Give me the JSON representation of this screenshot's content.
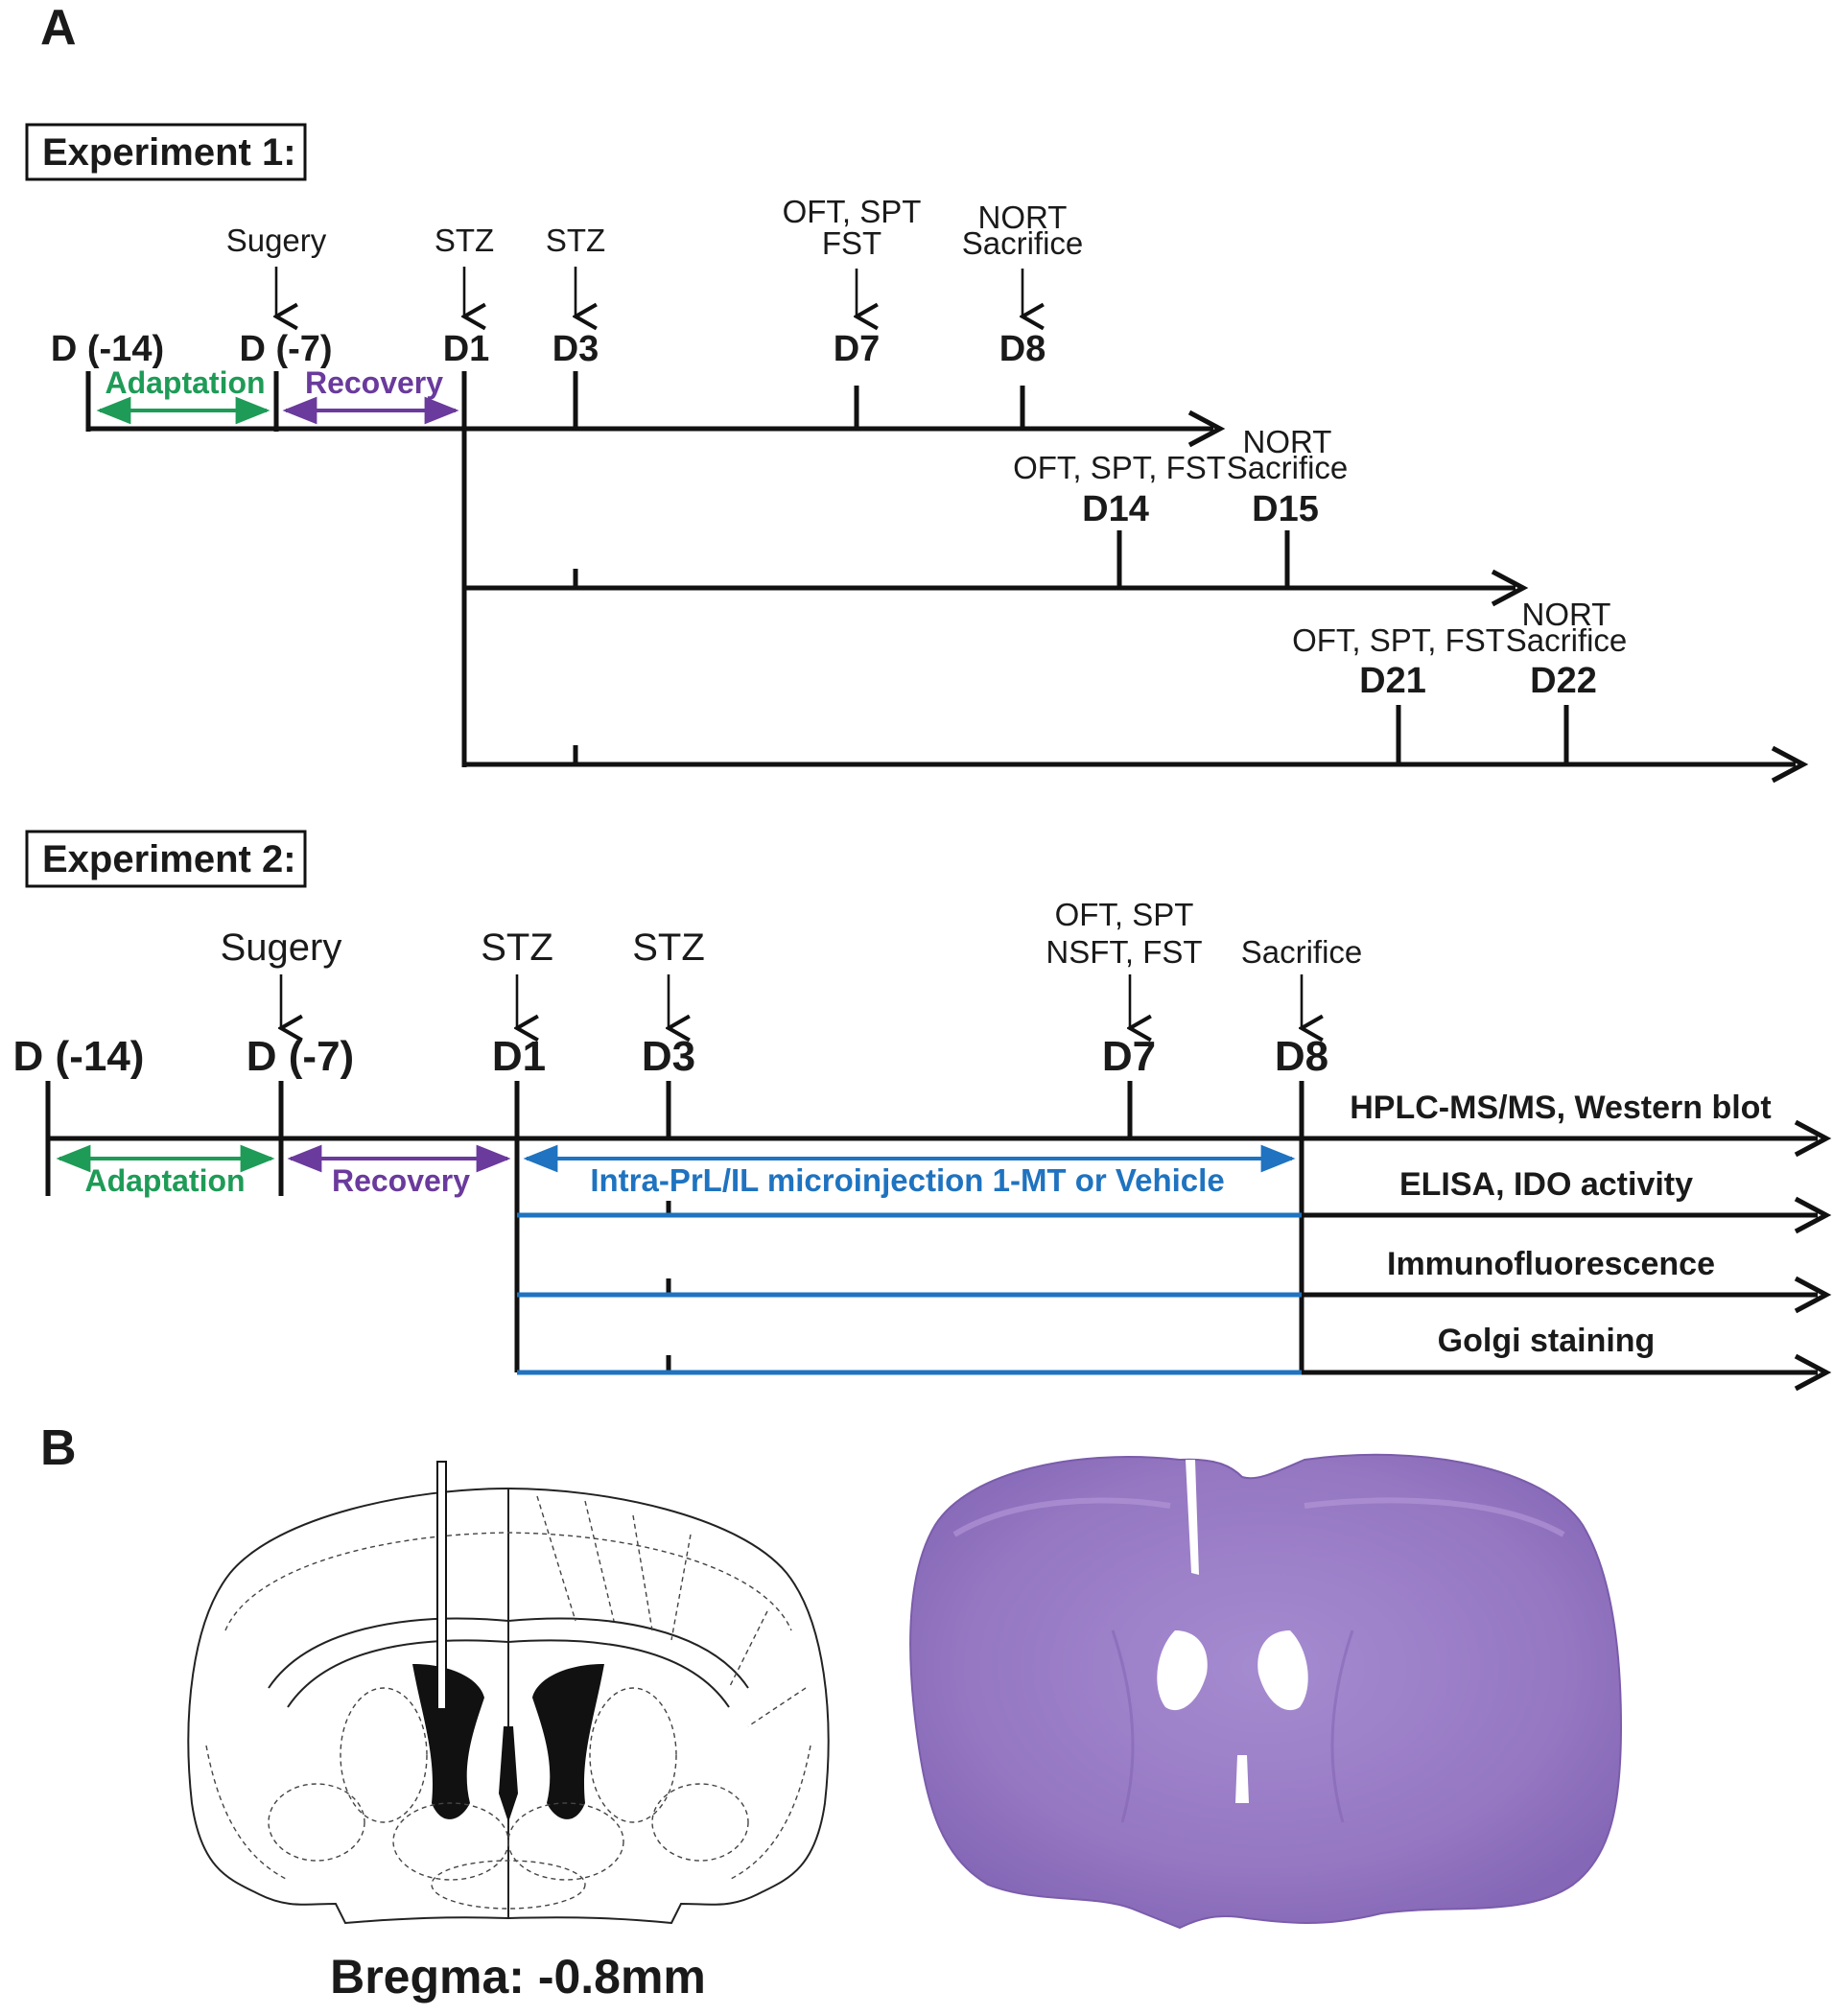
{
  "panels": {
    "a": "A",
    "b": "B"
  },
  "exp1": {
    "title": "Experiment 1:",
    "events": {
      "sugery": "Sugery",
      "stz1": "STZ",
      "stz2": "STZ",
      "d7_line1": "OFT, SPT",
      "d7_line2": "FST",
      "d8_line1": "NORT",
      "d8_line2": "Sacrifice"
    },
    "days": {
      "dm14": "D (-14)",
      "dm7": "D (-7)",
      "d1": "D1",
      "d3": "D3",
      "d7": "D7",
      "d8": "D8"
    },
    "phases": {
      "adaptation": "Adaptation",
      "recovery": "Recovery"
    },
    "line2": {
      "d14_events": "OFT, SPT, FST",
      "d15_line1": "NORT",
      "d15_line2": "Sacrifice",
      "d14": "D14",
      "d15": "D15"
    },
    "line3": {
      "d21_events": "OFT, SPT, FST",
      "d22_line1": "NORT",
      "d22_line2": "Sacrifice",
      "d21": "D21",
      "d22": "D22"
    }
  },
  "exp2": {
    "title": "Experiment 2:",
    "events": {
      "sugery": "Sugery",
      "stz1": "STZ",
      "stz2": "STZ",
      "d7_line1": "OFT, SPT",
      "d7_line2": "NSFT, FST",
      "sacrifice": "Sacrifice"
    },
    "days": {
      "dm14": "D (-14)",
      "dm7": "D (-7)",
      "d1": "D1",
      "d3": "D3",
      "d7": "D7",
      "d8": "D8"
    },
    "phases": {
      "adaptation": "Adaptation",
      "recovery": "Recovery",
      "microinjection": "Intra-PrL/IL microinjection 1-MT or Vehicle"
    },
    "assays": [
      "HPLC-MS/MS, Western blot",
      "ELISA, IDO activity",
      "Immunofluorescence",
      "Golgi staining"
    ]
  },
  "panel_b": {
    "bregma": "Bregma: -0.8mm"
  },
  "colors": {
    "adaptation": "#1e9b57",
    "recovery": "#6a3a9c",
    "microinjection": "#1f73c0",
    "stain": "#9a7cc4"
  }
}
